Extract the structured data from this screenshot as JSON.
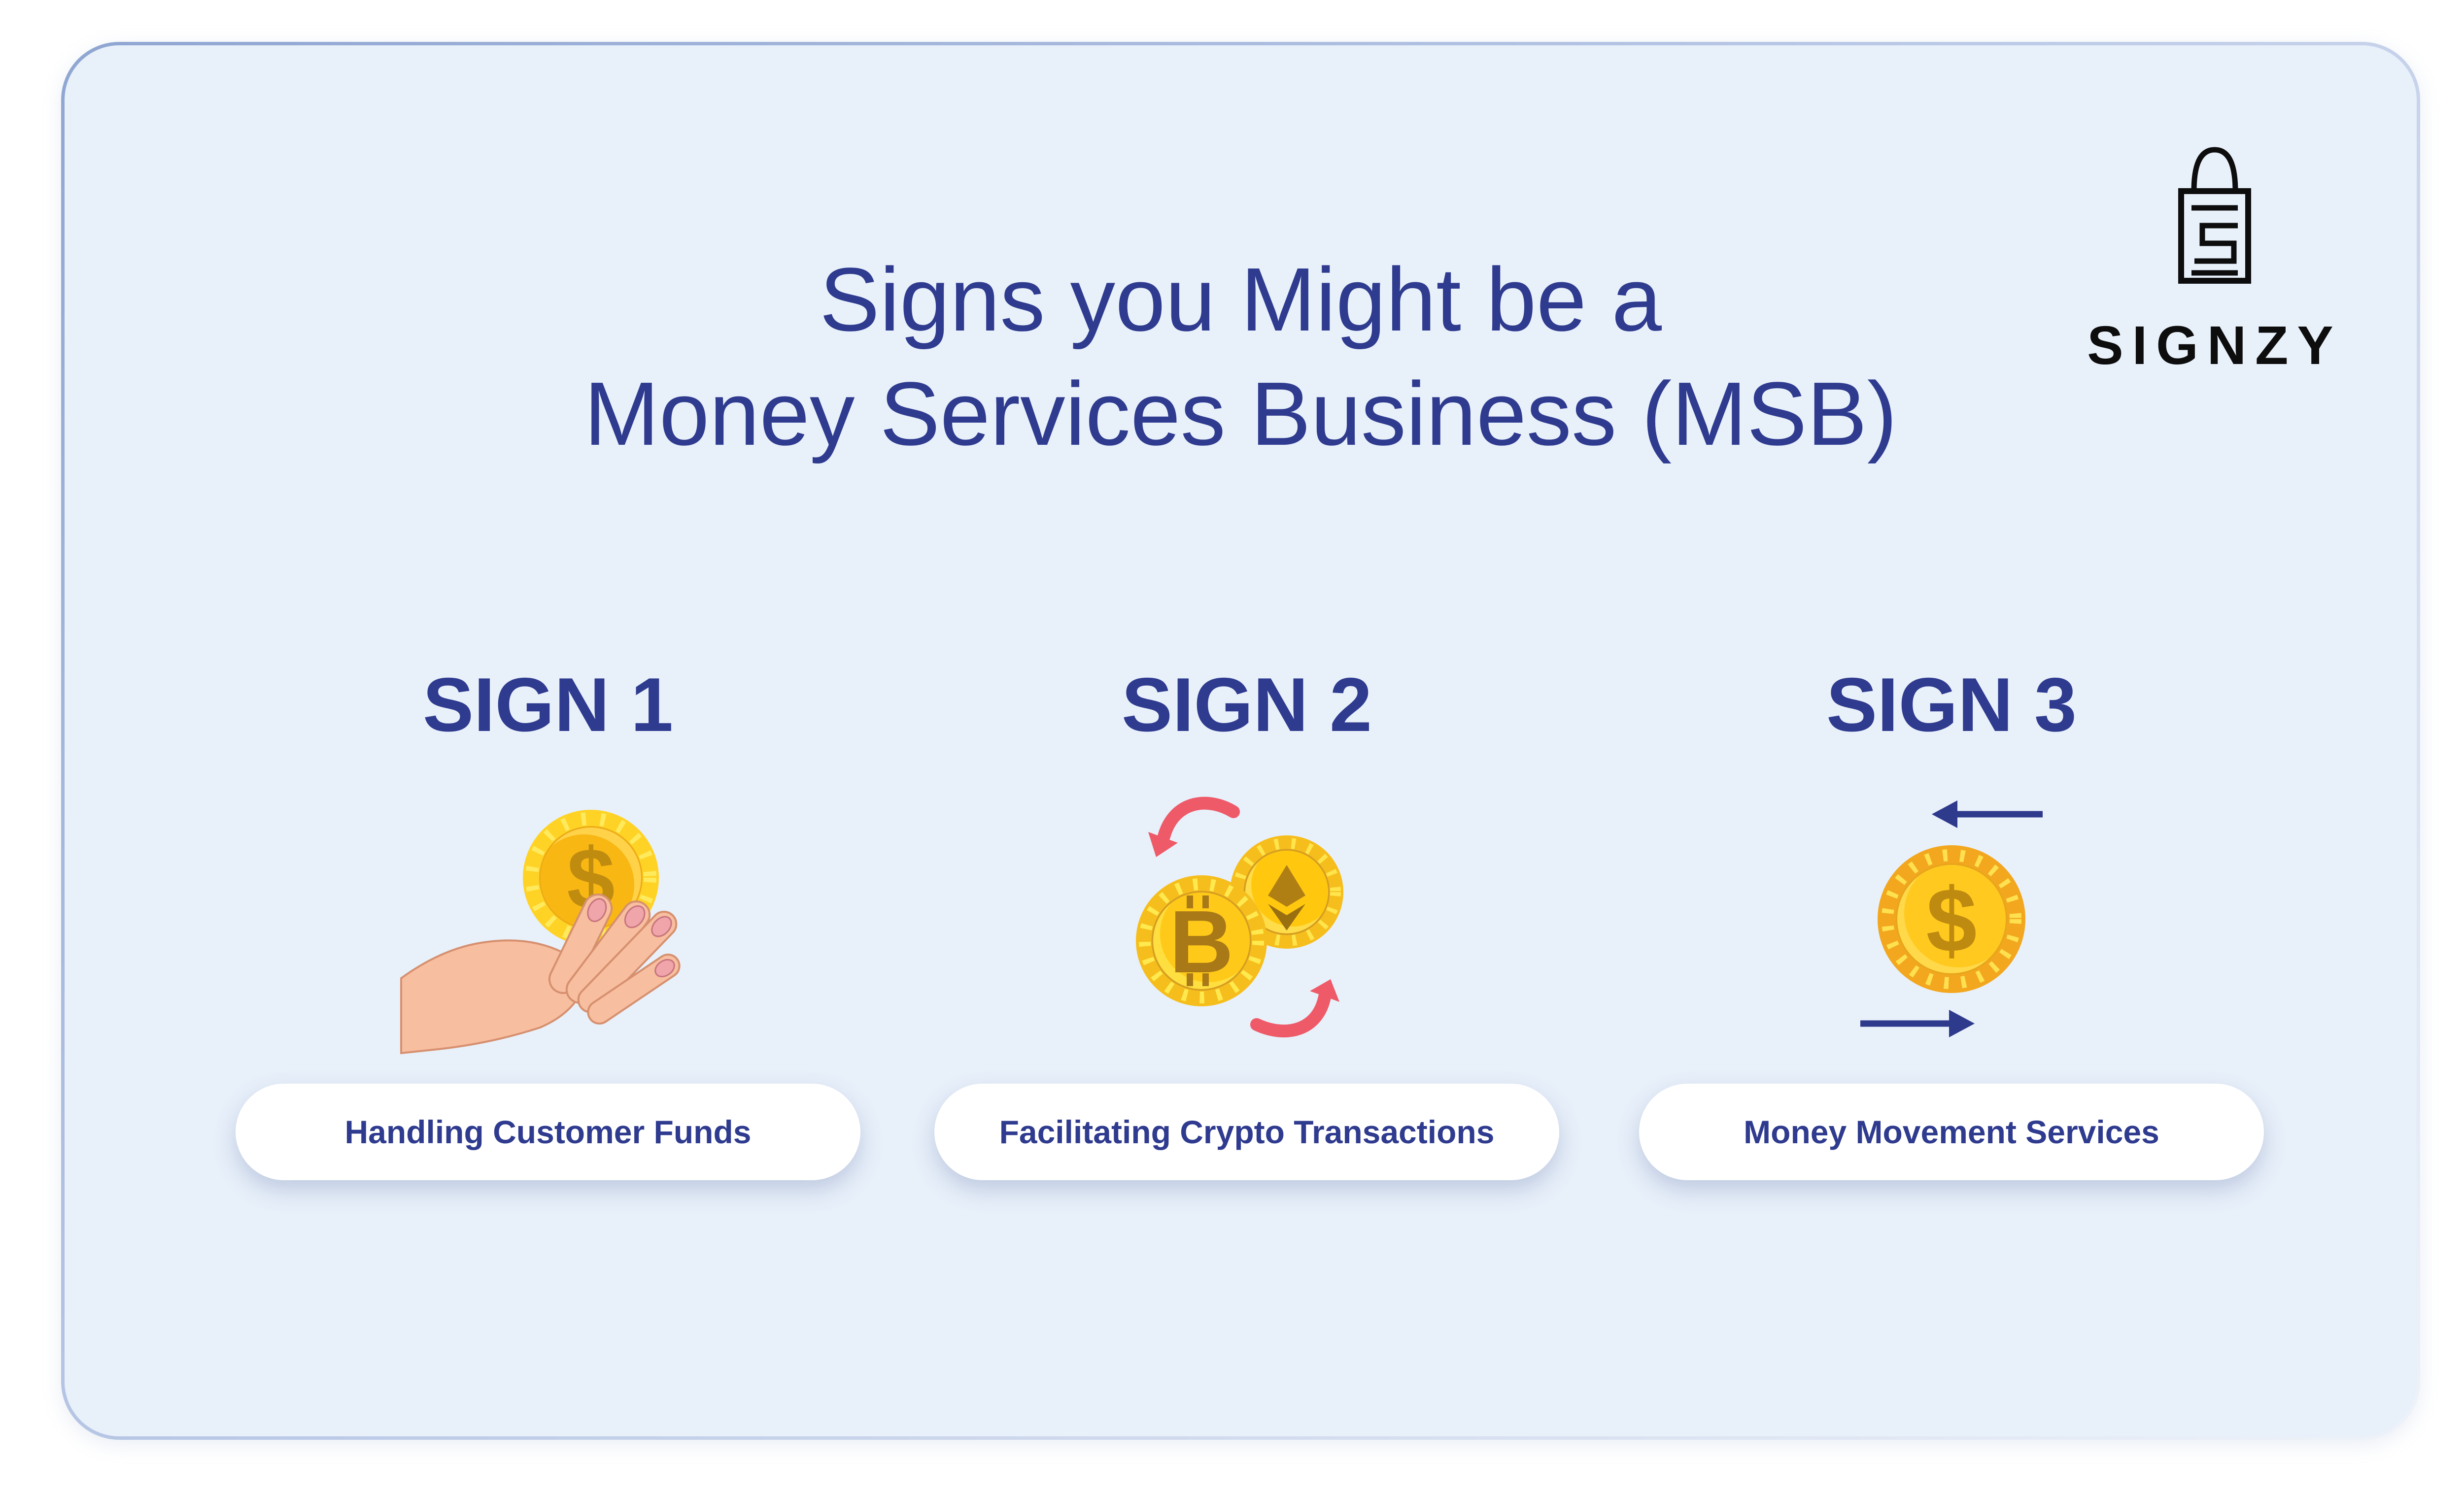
{
  "title": {
    "line1": "Signs you Might be a",
    "line2": "Money Services Business (MSB)"
  },
  "logo": {
    "brand": "SIGNZY"
  },
  "signs": [
    {
      "heading": "SIGN 1",
      "label": "Handling Customer Funds",
      "icon": "hand-holding-dollar-coin"
    },
    {
      "heading": "SIGN 2",
      "label": "Facilitating Crypto Transactions",
      "icon": "bitcoin-ethereum-exchange"
    },
    {
      "heading": "SIGN 3",
      "label": "Money Movement Services",
      "icon": "dollar-coin-transfer-arrows"
    }
  ],
  "glyphs": {
    "dollar": "$",
    "bitcoin": "B"
  },
  "colors": {
    "page_background": "#FFFFFF",
    "card_background": "#E8F0FA",
    "card_border": "#93A9D4",
    "heading_text": "#2F3B8F",
    "pill_background": "#FFFFFF",
    "pill_text": "#2F3B8F",
    "coin_gold": "#F6BE1C",
    "coin_symbol_brown": "#A87916",
    "exchange_arrow_red": "#EE5A68",
    "transfer_arrow_navy": "#2E3A8C",
    "logo_black": "#0D0D0D",
    "hand_skin": "#F7BE9F"
  }
}
